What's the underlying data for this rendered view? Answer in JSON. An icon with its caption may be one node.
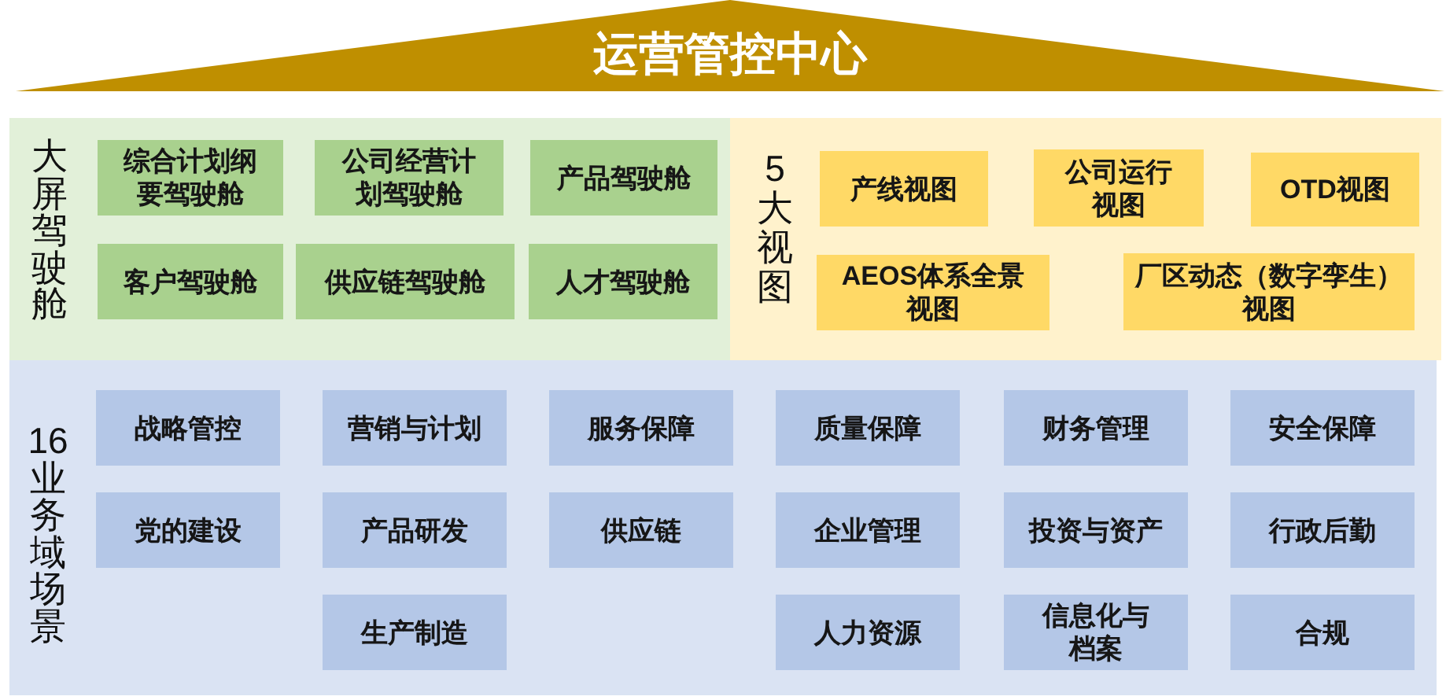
{
  "diagram": {
    "nodes": [
      {
        "text": [
          "运营管控中心"
        ]
      },
      {
        "text": [
          "大屏驾驶舱"
        ]
      },
      {
        "text": [
          "综合计划纲要驾驶舱"
        ],
        "in": 1
      },
      {
        "text": [
          "公司经营计划驾驶舱"
        ],
        "in": 1
      },
      {
        "text": [
          "产品驾驶舱"
        ],
        "in": 1
      },
      {
        "text": [
          "客户驾驶舱"
        ],
        "in": 1
      },
      {
        "text": [
          "供应链驾驶舱"
        ],
        "in": 1
      },
      {
        "text": [
          "人才驾驶舱"
        ],
        "in": 1
      },
      {
        "text": [
          "5大视图"
        ]
      },
      {
        "text": [
          "产线视图"
        ],
        "in": 8
      },
      {
        "text": [
          "公司运行视图"
        ],
        "in": 8
      },
      {
        "text": [
          "OTD视图"
        ],
        "in": 8
      },
      {
        "text": [
          "AEOS体系全景视图"
        ],
        "in": 8
      },
      {
        "text": [
          "厂区动态（数字孪生）视图"
        ],
        "in": 8
      },
      {
        "text": [
          "16业务域场景"
        ]
      },
      {
        "text": [
          "战略管控"
        ],
        "in": 14
      },
      {
        "text": [
          "营销与计划"
        ],
        "in": 14
      },
      {
        "text": [
          "服务保障"
        ],
        "in": 14
      },
      {
        "text": [
          "质量保障"
        ],
        "in": 14
      },
      {
        "text": [
          "财务管理"
        ],
        "in": 14
      },
      {
        "text": [
          "安全保障"
        ],
        "in": 14
      },
      {
        "text": [
          "党的建设"
        ],
        "in": 14
      },
      {
        "text": [
          "产品研发"
        ],
        "in": 14
      },
      {
        "text": [
          "供应链"
        ],
        "in": 14
      },
      {
        "text": [
          "企业管理"
        ],
        "in": 14
      },
      {
        "text": [
          "投资与资产"
        ],
        "in": 14
      },
      {
        "text": [
          "行政后勤"
        ],
        "in": 14
      },
      {
        "text": [
          "生产制造"
        ],
        "in": 14
      },
      {
        "text": [
          "人力资源"
        ],
        "in": 14
      },
      {
        "text": [
          "信息化与档案"
        ],
        "in": 14
      },
      {
        "text": [
          "合规"
        ],
        "in": 14
      }
    ]
  }
}
